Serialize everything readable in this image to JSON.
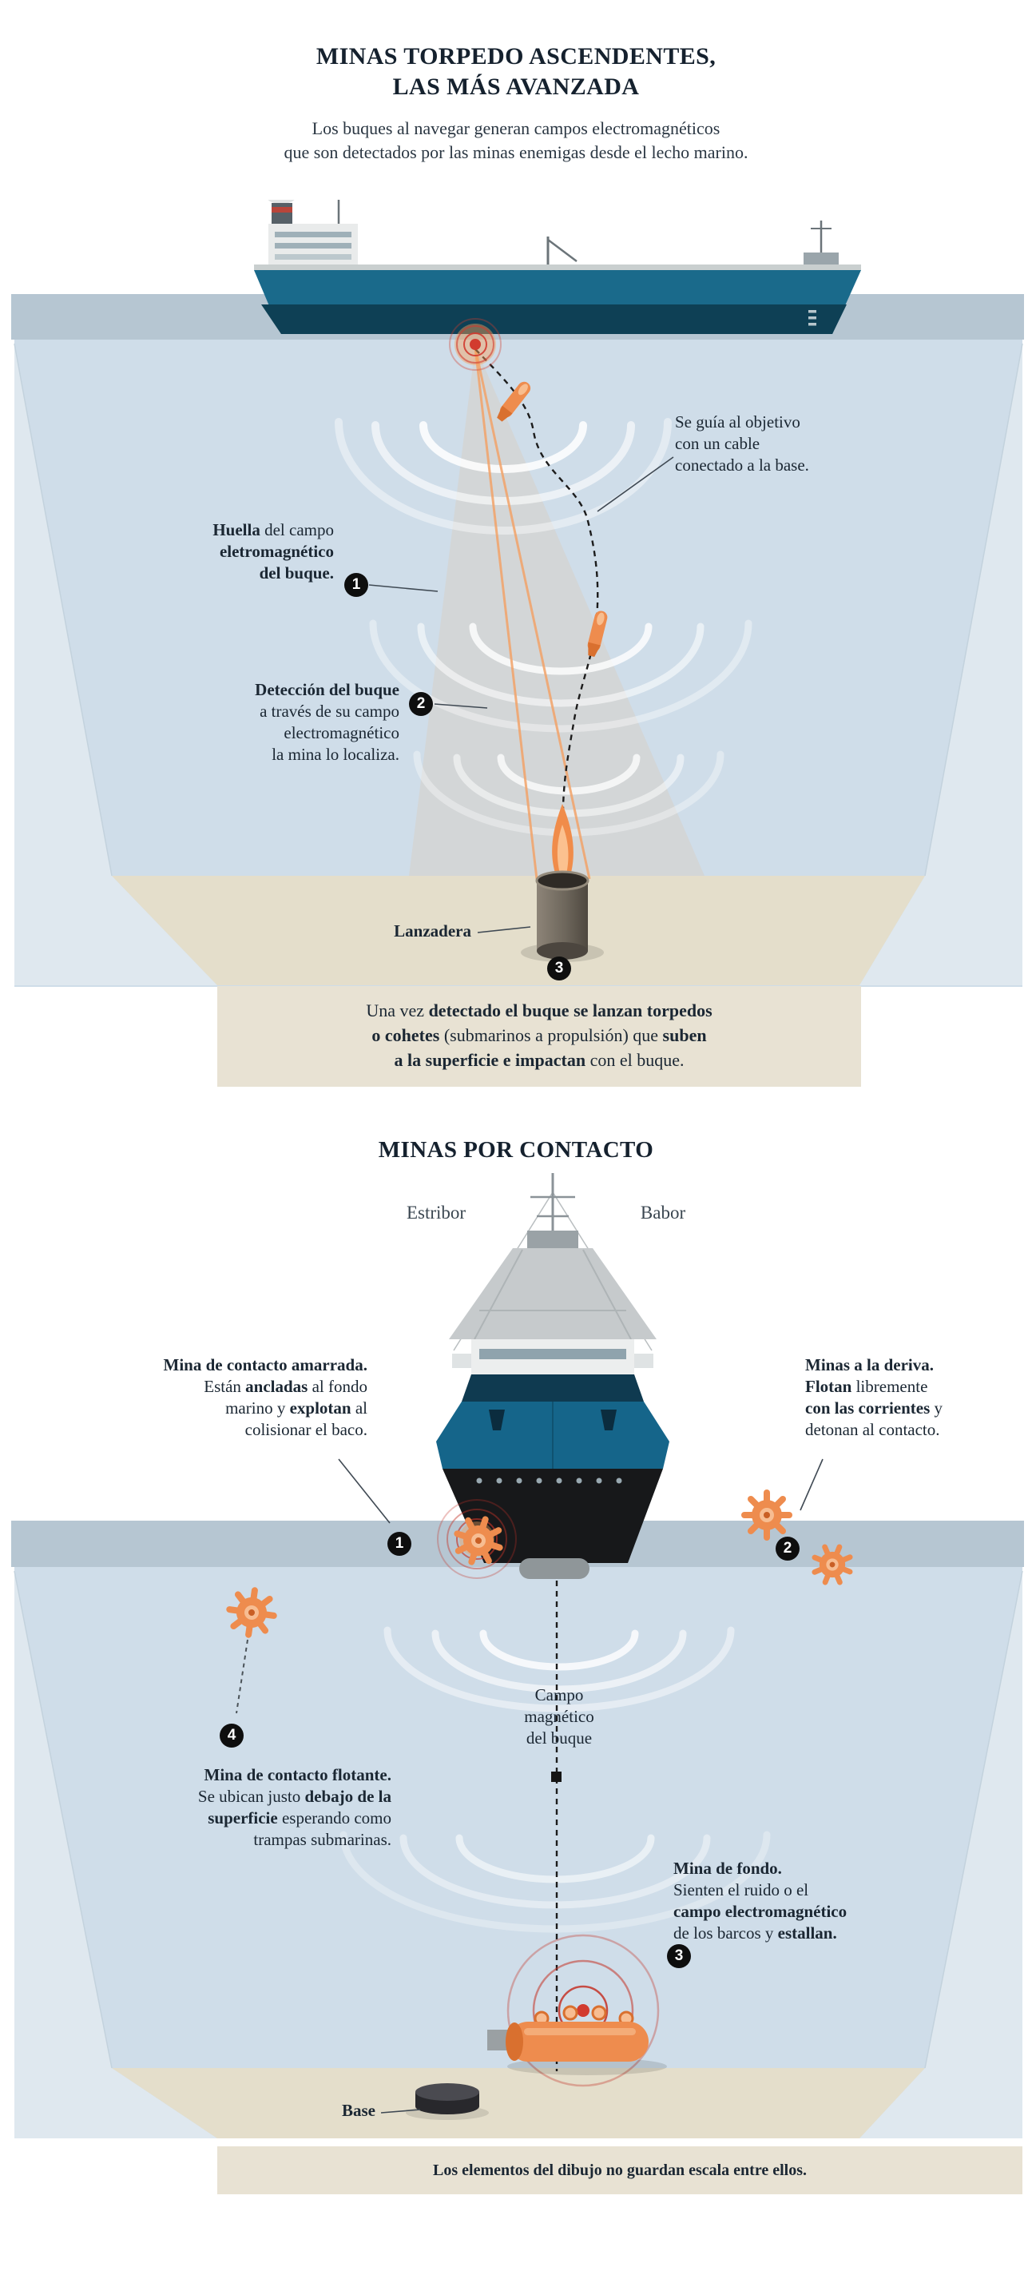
{
  "colors": {
    "ink": "#1b2733",
    "sea_light": "#cfdde9",
    "sea_wall": "#dfe8ef",
    "water_band": "#b6c6d2",
    "seabed": "#e4decb",
    "caption_bg": "#e8e2d3",
    "ship_teal": "#1a6a8b",
    "ship_dark": "#0e4055",
    "mine_orange": "#ee8c4e",
    "pulse_red": "#c43327",
    "badge_bg": "#0e0e0e"
  },
  "torpedo_section": {
    "title_lines": [
      "MINAS TORPEDO ASCENDENTES,",
      "LAS MÁS AVANZADA"
    ],
    "intro_lines": [
      "Los buques al navegar generan campos electromagnéticos",
      "que son detectados por las minas enemigas desde el lecho marino."
    ],
    "labels": {
      "cable": {
        "lines": [
          [
            [
              "Se guía al objetivo",
              0
            ]
          ],
          [
            [
              "con un cable",
              0
            ]
          ],
          [
            [
              "conectado a la base.",
              0
            ]
          ]
        ]
      },
      "huella": {
        "lines": [
          [
            [
              "Huella",
              1
            ],
            [
              " del campo",
              0
            ]
          ],
          [
            [
              "eletromagnético",
              1
            ]
          ],
          [
            [
              "del buque.",
              1
            ]
          ]
        ]
      },
      "deteccion": {
        "lines": [
          [
            [
              "Detección del buque",
              1
            ]
          ],
          [
            [
              "a través de su campo",
              0
            ]
          ],
          [
            [
              "electromagnético",
              0
            ]
          ],
          [
            [
              "la mina lo localiza.",
              0
            ]
          ]
        ]
      },
      "lanzadera": {
        "lines": [
          [
            [
              "Lanzadera",
              1
            ]
          ]
        ]
      },
      "caption": {
        "lines": [
          [
            [
              "Una vez ",
              0
            ],
            [
              "detectado el buque se lanzan torpedos",
              1
            ]
          ],
          [
            [
              "o cohetes ",
              1
            ],
            [
              "(submarinos a propulsión) que ",
              0
            ],
            [
              "suben",
              1
            ]
          ],
          [
            [
              "a la superficie e impactan",
              1
            ],
            [
              " con el buque.",
              0
            ]
          ]
        ]
      }
    },
    "badges": {
      "huella": "1",
      "deteccion": "2",
      "lanzadera": "3"
    }
  },
  "contact_section": {
    "title": "MINAS POR CONTACTO",
    "estribor": "Estribor",
    "babor": "Babor",
    "labels": {
      "amarrada": {
        "lines": [
          [
            [
              "Mina de contacto amarrada.",
              1
            ]
          ],
          [
            [
              "Están ",
              0
            ],
            [
              "ancladas",
              1
            ],
            [
              " al fondo",
              0
            ]
          ],
          [
            [
              "marino y ",
              0
            ],
            [
              "explotan",
              1
            ],
            [
              " al",
              0
            ]
          ],
          [
            [
              "colisionar el baco.",
              0
            ]
          ]
        ]
      },
      "deriva": {
        "lines": [
          [
            [
              "Minas a la deriva.",
              1
            ]
          ],
          [
            [
              "Flotan",
              1
            ],
            [
              " libremente",
              0
            ]
          ],
          [
            [
              "con las corrientes",
              1
            ],
            [
              " y",
              0
            ]
          ],
          [
            [
              "detonan al contacto.",
              0
            ]
          ]
        ]
      },
      "campo": {
        "lines": [
          [
            [
              "Campo",
              0
            ]
          ],
          [
            [
              "magnético",
              0
            ]
          ],
          [
            [
              "del buque",
              0
            ]
          ]
        ]
      },
      "flotante": {
        "lines": [
          [
            [
              "Mina de contacto flotante.",
              1
            ]
          ],
          [
            [
              "Se ubican justo ",
              0
            ],
            [
              "debajo de la",
              1
            ]
          ],
          [
            [
              "superficie",
              1
            ],
            [
              " esperando como",
              0
            ]
          ],
          [
            [
              "trampas submarinas.",
              0
            ]
          ]
        ]
      },
      "fondo": {
        "lines": [
          [
            [
              "Mina de fondo.",
              1
            ]
          ],
          [
            [
              "Sienten el ruido o el",
              0
            ]
          ],
          [
            [
              "campo electromagnético",
              1
            ]
          ],
          [
            [
              "de los barcos y ",
              0
            ],
            [
              "estallan.",
              1
            ]
          ]
        ]
      },
      "base": {
        "lines": [
          [
            [
              "Base",
              1
            ]
          ]
        ]
      }
    },
    "badges": {
      "amarrada": "1",
      "deriva": "2",
      "flotante": "4",
      "fondo": "3"
    },
    "footer": "Los elementos del dibujo no guardan escala entre ellos."
  }
}
